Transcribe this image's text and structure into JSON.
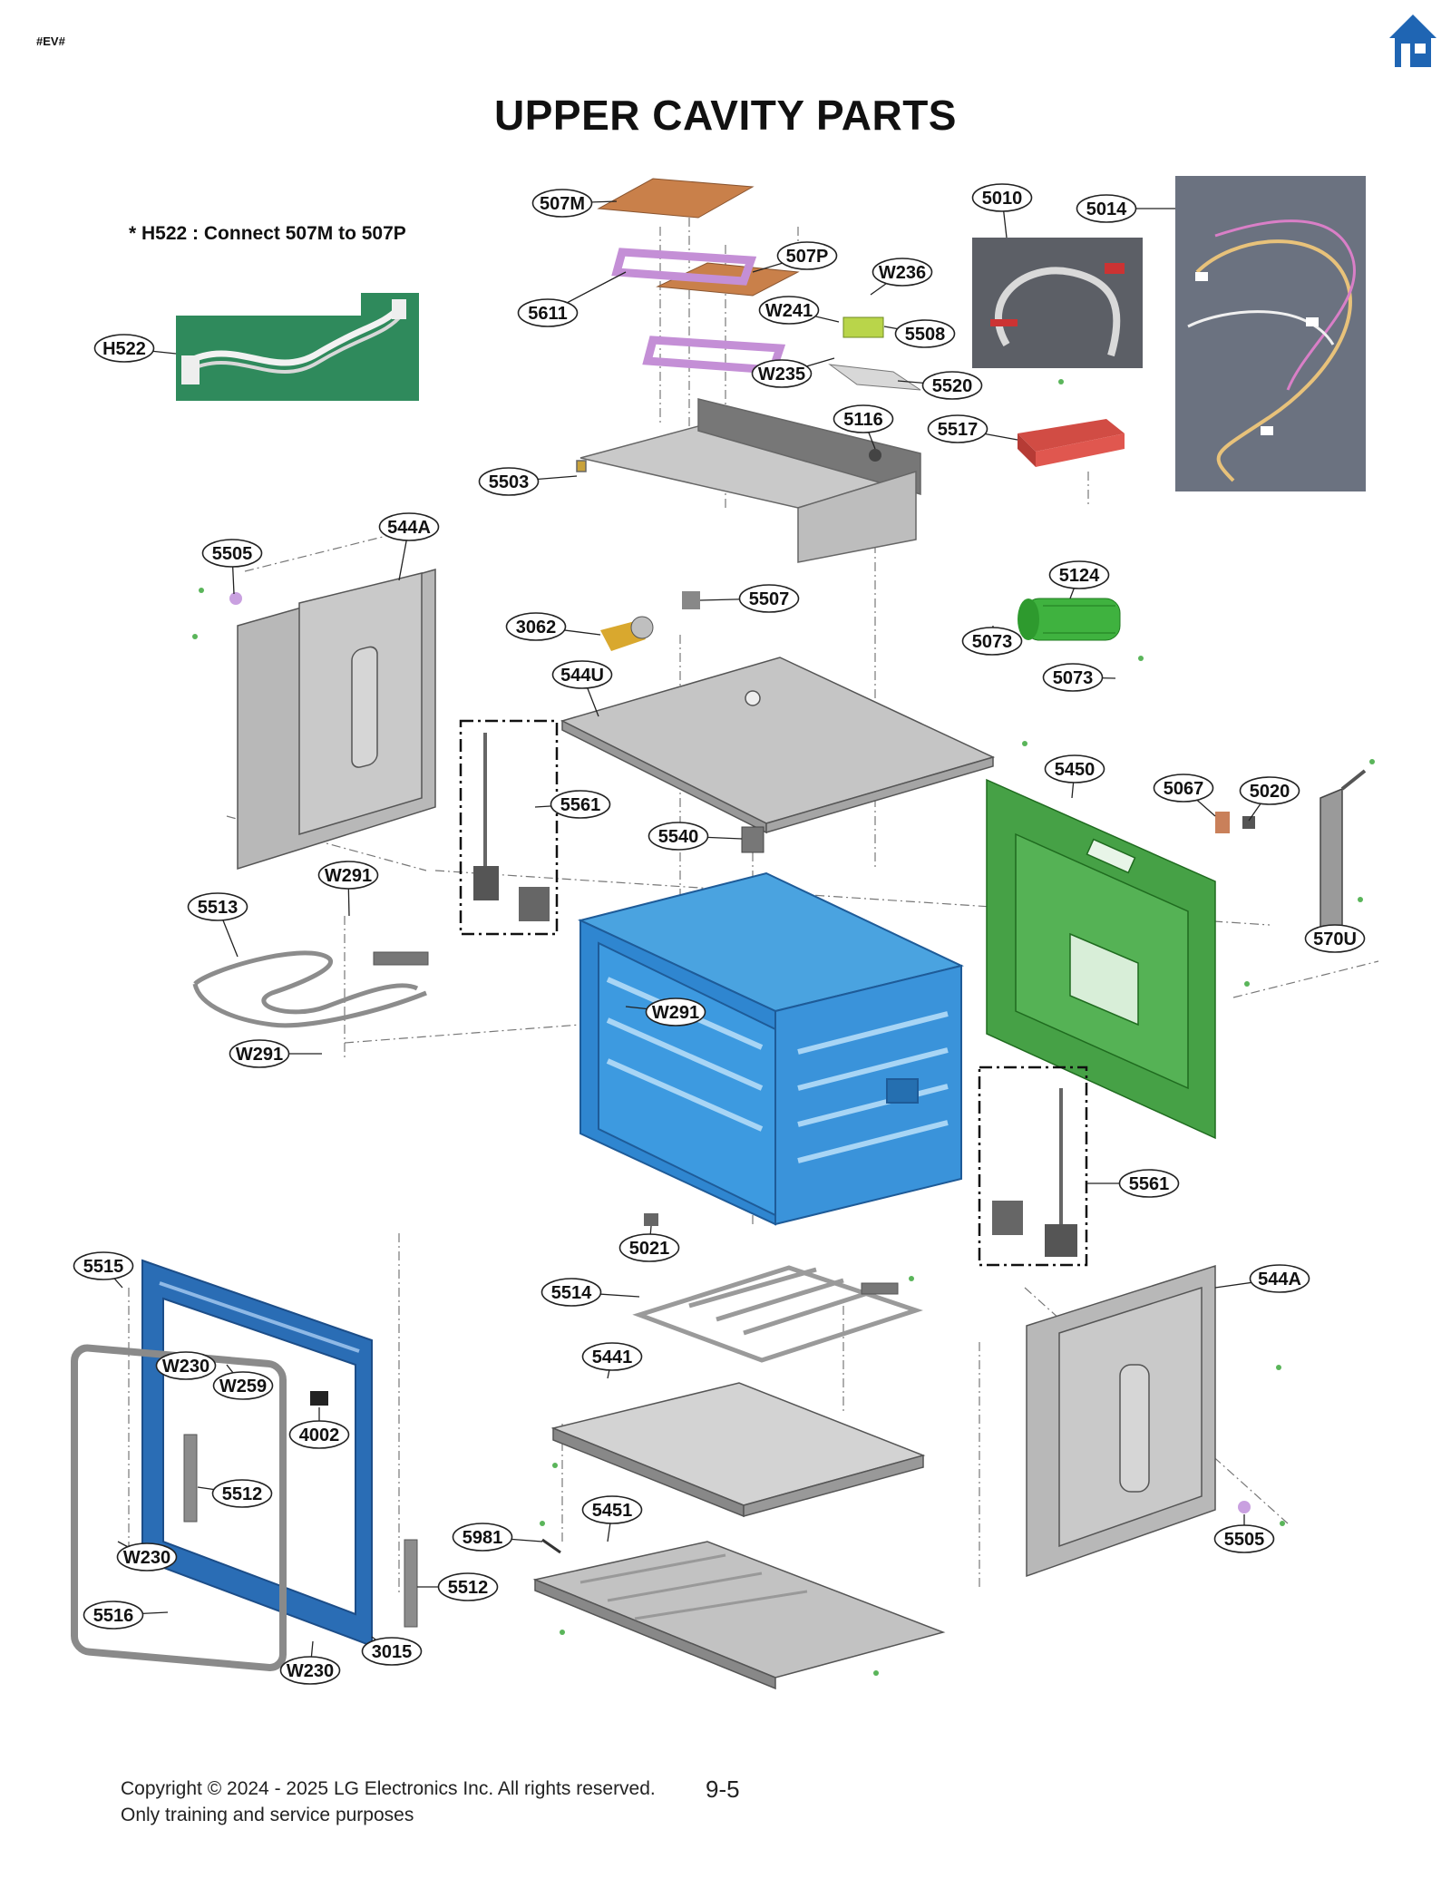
{
  "header": {
    "tag": "#EV#",
    "home_icon": "home-icon"
  },
  "title": "UPPER CAVITY PARTS",
  "note": "* H522 : Connect 507M to 507P",
  "parts": [
    {
      "id": "507M"
    },
    {
      "id": "507P"
    },
    {
      "id": "5611"
    },
    {
      "id": "W236"
    },
    {
      "id": "W241"
    },
    {
      "id": "5508"
    },
    {
      "id": "W235"
    },
    {
      "id": "5520"
    },
    {
      "id": "5010"
    },
    {
      "id": "5014"
    },
    {
      "id": "H522"
    },
    {
      "id": "5116"
    },
    {
      "id": "5517"
    },
    {
      "id": "5503"
    },
    {
      "id": "544A"
    },
    {
      "id": "5505"
    },
    {
      "id": "5507"
    },
    {
      "id": "3062"
    },
    {
      "id": "5124"
    },
    {
      "id": "5073"
    },
    {
      "id": "5073"
    },
    {
      "id": "544U"
    },
    {
      "id": "5450"
    },
    {
      "id": "5067"
    },
    {
      "id": "5020"
    },
    {
      "id": "5561"
    },
    {
      "id": "5540"
    },
    {
      "id": "W291"
    },
    {
      "id": "5513"
    },
    {
      "id": "570U"
    },
    {
      "id": "W291"
    },
    {
      "id": "W291"
    },
    {
      "id": "5561"
    },
    {
      "id": "5021"
    },
    {
      "id": "5515"
    },
    {
      "id": "544A"
    },
    {
      "id": "5514"
    },
    {
      "id": "W230"
    },
    {
      "id": "W259"
    },
    {
      "id": "4002"
    },
    {
      "id": "5441"
    },
    {
      "id": "5512"
    },
    {
      "id": "5451"
    },
    {
      "id": "5981"
    },
    {
      "id": "W230"
    },
    {
      "id": "5512"
    },
    {
      "id": "5505"
    },
    {
      "id": "5516"
    },
    {
      "id": "3015"
    },
    {
      "id": "W230"
    }
  ],
  "footer": {
    "copyright": "Copyright © 2024 - 2025 LG Electronics Inc. All rights reserved.",
    "usage": "Only training and service purposes",
    "page": "9-5"
  },
  "colors": {
    "cavity_blue": "#2f86d0",
    "door_frame_blue": "#2a6db5",
    "back_panel_green": "#46a146",
    "fan_green": "#3fb23f",
    "control_red": "#e0574f",
    "insulation_brown": "#c9804a",
    "bracket_purple": "#c48fd6",
    "home_icon": "#1f65b3"
  }
}
